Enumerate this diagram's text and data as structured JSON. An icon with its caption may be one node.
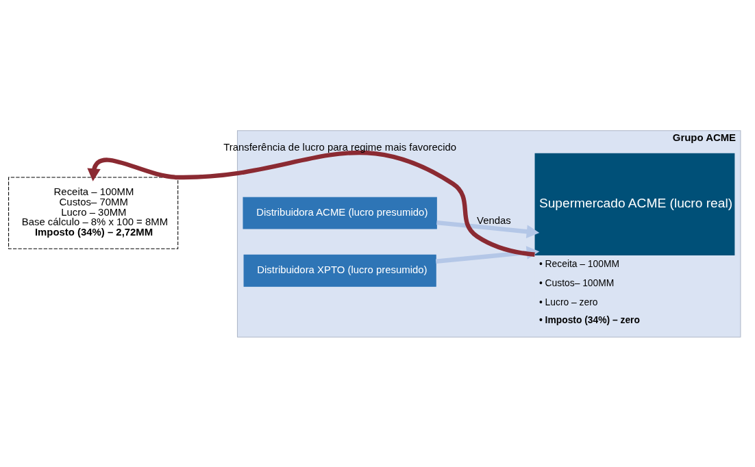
{
  "diagram": {
    "nodes": [
      {
        "text": [
          "Grupo ACME"
        ]
      },
      {
        "text": [
          "Distribuidora ACME (lucro presumido)"
        ],
        "in": 0
      },
      {
        "text": [
          "Distribuidora XPTO (lucro presumido)"
        ],
        "in": 0
      },
      {
        "text": [
          "Supermercado ACME (lucro real)"
        ],
        "in": 0,
        "beside": [
          "• Receita – 100MM",
          "• Custos– 100MM",
          "• Lucro – zero",
          "• Imposto (34%) – zero"
        ]
      },
      {
        "text": [
          "Receita – 100MM",
          "Custos– 70MM",
          "Lucro – 30MM",
          "Base cálculo – 8% x 100 = 8MM",
          "Imposto (34%) – 2,72MM"
        ]
      }
    ],
    "edges": [
      {
        "from": 1,
        "to": 3,
        "arrow": "to",
        "label": "Vendas",
        "color": "#b4c7e7"
      },
      {
        "from": 2,
        "to": 3,
        "arrow": "to",
        "color": "#b4c7e7"
      },
      {
        "from": 3,
        "to": 4,
        "arrow": "to",
        "label": "Transferência de lucro para regime mais favorecido",
        "color": "#8b2a32"
      }
    ]
  }
}
